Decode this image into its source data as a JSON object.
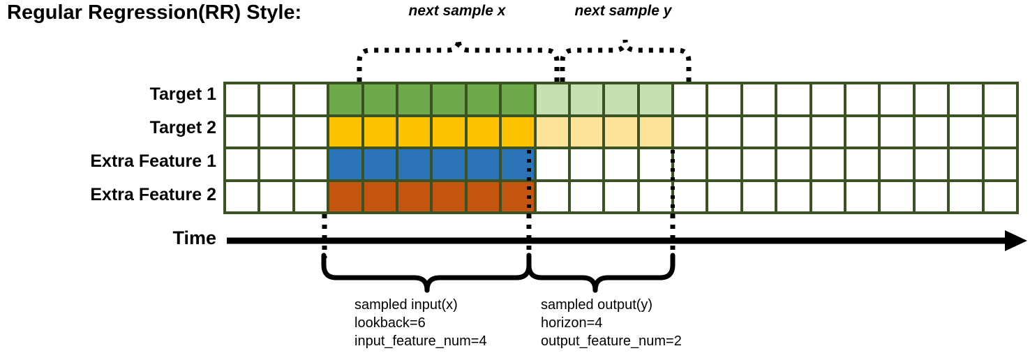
{
  "title": "Regular Regression(RR) Style:",
  "rows": [
    {
      "label": "Target 1",
      "name": "target-1"
    },
    {
      "label": "Target 2",
      "name": "target-2"
    },
    {
      "label": "Extra Feature 1",
      "name": "extra-feature-1"
    },
    {
      "label": "Extra Feature 2",
      "name": "extra-feature-2"
    }
  ],
  "grid": {
    "columns": 23,
    "rows": 4,
    "lead_blank_cols": 3,
    "lookback_cols": 6,
    "horizon_cols": 4,
    "trail_blank_cols": 10,
    "cell_fills": [
      [
        "white",
        "white",
        "white",
        "green",
        "green",
        "green",
        "green",
        "green",
        "green",
        "lgreen",
        "lgreen",
        "lgreen",
        "lgreen",
        "white",
        "white",
        "white",
        "white",
        "white",
        "white",
        "white",
        "white",
        "white",
        "white"
      ],
      [
        "white",
        "white",
        "white",
        "amber",
        "amber",
        "amber",
        "amber",
        "amber",
        "amber",
        "lamber",
        "lamber",
        "lamber",
        "lamber",
        "white",
        "white",
        "white",
        "white",
        "white",
        "white",
        "white",
        "white",
        "white",
        "white"
      ],
      [
        "white",
        "white",
        "white",
        "blue",
        "blue",
        "blue",
        "blue",
        "blue",
        "blue",
        "white",
        "white",
        "white",
        "white",
        "white",
        "white",
        "white",
        "white",
        "white",
        "white",
        "white",
        "white",
        "white",
        "white"
      ],
      [
        "white",
        "white",
        "white",
        "orange",
        "orange",
        "orange",
        "orange",
        "orange",
        "orange",
        "white",
        "white",
        "white",
        "white",
        "white",
        "white",
        "white",
        "white",
        "white",
        "white",
        "white",
        "white",
        "white",
        "white"
      ]
    ]
  },
  "colors": {
    "grid_line": "#3b5323",
    "green": "#6eaa4b",
    "light_green": "#c6dfb3",
    "amber": "#fdc200",
    "light_amber": "#fde397",
    "blue": "#2b74b8",
    "orange": "#c4550f",
    "white": "#ffffff",
    "line": "#000000"
  },
  "top_brackets": [
    {
      "label": "next sample x",
      "name": "next-sample-x"
    },
    {
      "label": "next sample y",
      "name": "next-sample-y"
    }
  ],
  "time_axis": {
    "label": "Time"
  },
  "bottom_brackets": [
    {
      "name": "sampled-input",
      "lines": [
        "sampled input(x)",
        "lookback=6",
        "input_feature_num=4"
      ]
    },
    {
      "name": "sampled-output",
      "lines": [
        "sampled output(y)",
        "horizon=4",
        "output_feature_num=2"
      ]
    }
  ]
}
